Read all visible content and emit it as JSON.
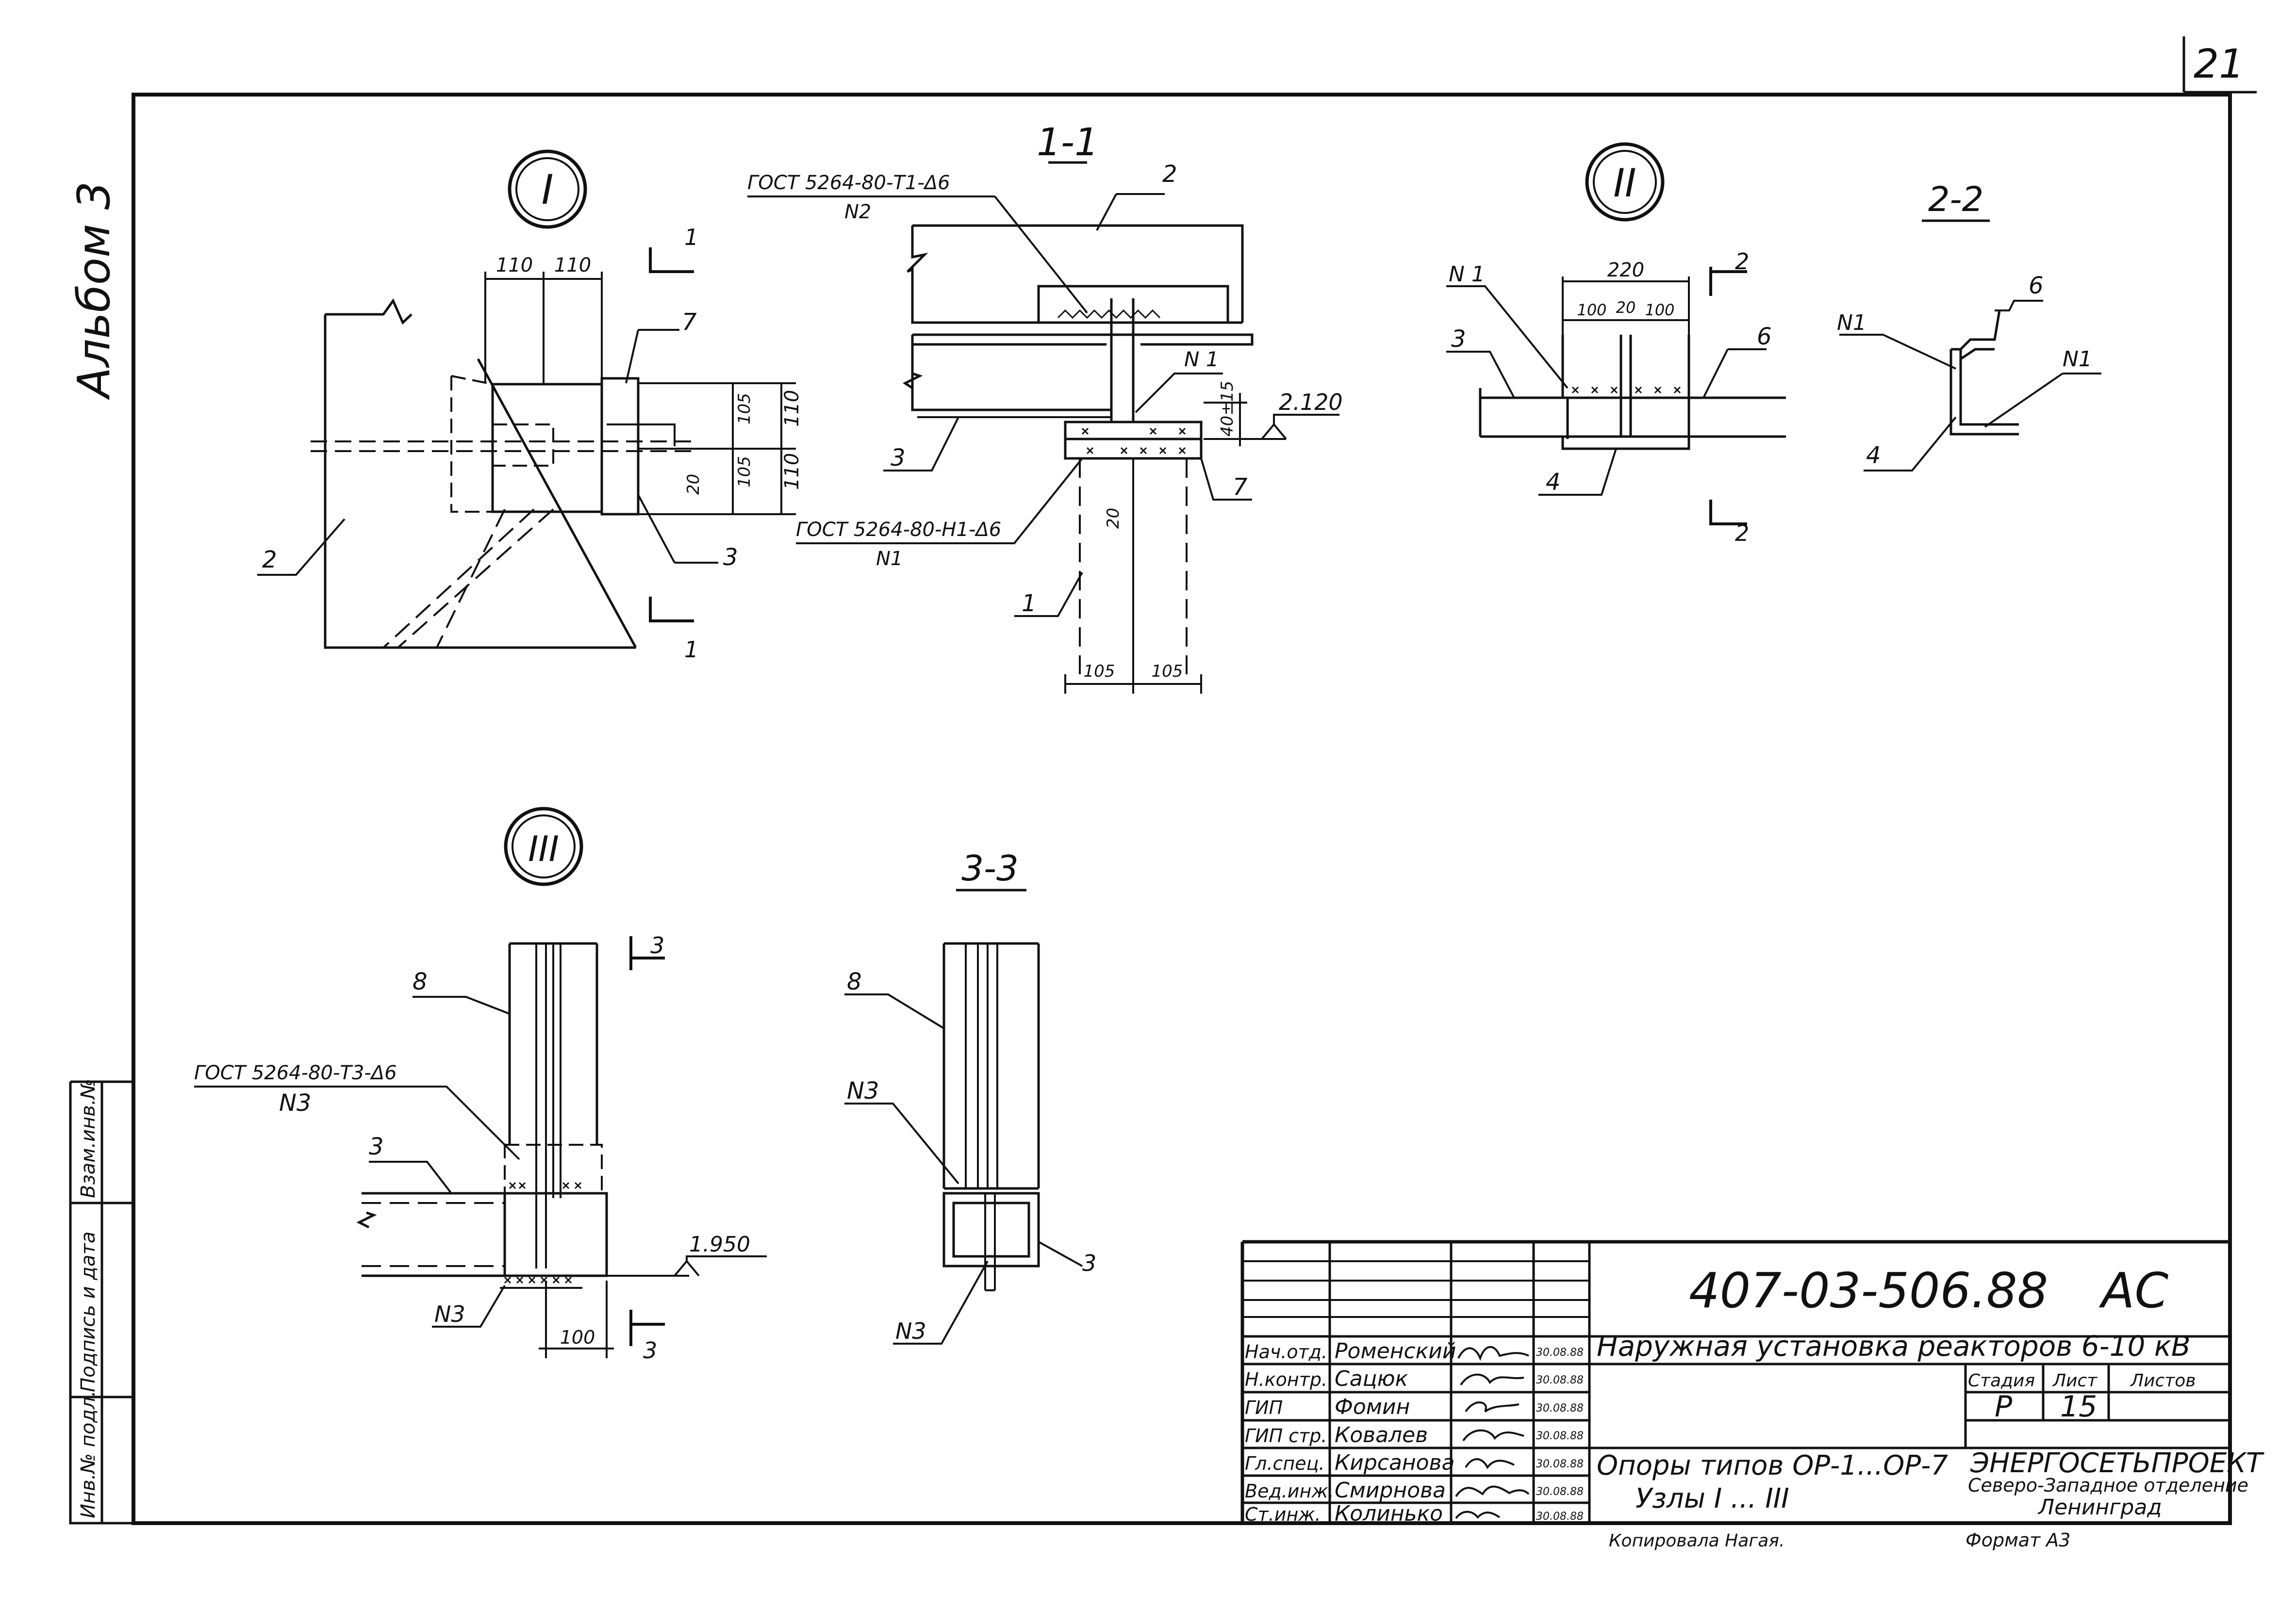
{
  "sheet_number": "21",
  "album_label": "Альбом 3",
  "left_stamp": [
    "Инв.№ подл.",
    "Подпись и дата",
    "Взам.инв.№"
  ],
  "views": {
    "node1": {
      "marker": "I",
      "dims": [
        "110",
        "110",
        "105",
        "105",
        "110",
        "110",
        "20"
      ],
      "labels": [
        "2",
        "3",
        "7"
      ],
      "section_marks": [
        "1",
        "1"
      ]
    },
    "section11": {
      "title": "1-1",
      "gost_top": "ГОСТ 5264-80-Т1-Δ6",
      "gost_top_n": "N2",
      "gost_bottom": "ГОСТ 5264-80-Н1-Δ6",
      "gost_bottom_n": "N1",
      "labels": [
        "2",
        "3",
        "7",
        "1"
      ],
      "weld": "N 1",
      "dim_40": "40±15",
      "level": "2.120",
      "dims": [
        "20",
        "105",
        "105"
      ]
    },
    "node2": {
      "marker": "II",
      "dims": [
        "220",
        "100",
        "20",
        "100"
      ],
      "labels": [
        "N 1",
        "3",
        "6",
        "4"
      ],
      "section_marks": [
        "2",
        "2"
      ]
    },
    "section22": {
      "title": "2-2",
      "labels": [
        "6",
        "N1",
        "N1",
        "4"
      ]
    },
    "node3": {
      "marker": "III",
      "gost": "ГОСТ 5264-80-Т3-Δ6",
      "gost_n": "N3",
      "labels": [
        "8",
        "3",
        "N3"
      ],
      "level": "1.950",
      "dim": "100",
      "section_marks": [
        "3",
        "3"
      ]
    },
    "section33": {
      "title": "3-3",
      "labels": [
        "8",
        "N3",
        "N3",
        "3"
      ]
    }
  },
  "title_block": {
    "doc_code": "407-03-506.88",
    "doc_suffix": "АС",
    "project_title": "Наружная установка реакторов  6-10 кВ",
    "stage_header": "Стадия",
    "sheet_header": "Лист",
    "sheets_header": "Листов",
    "stage": "Р",
    "sheet": "15",
    "sheets": "",
    "drawing_title_1": "Опоры типов ОР-1...ОР-7",
    "drawing_title_2": "Узлы  I ... III",
    "org_1": "ЭНЕРГОСЕТЬПРОЕКТ",
    "org_2": "Северо-Западное отделение",
    "org_3": "Ленинград",
    "signers": [
      {
        "role": "Нач.отд.",
        "name": "Роменский",
        "date": "30.08.88"
      },
      {
        "role": "Н.контр.",
        "name": "Сацюк",
        "date": "30.08.88"
      },
      {
        "role": "ГИП",
        "name": "Фомин",
        "date": "30.08.88"
      },
      {
        "role": "ГИП стр.",
        "name": "Ковалев",
        "date": "30.08.88"
      },
      {
        "role": "Гл.спец.",
        "name": "Кирсанова",
        "date": "30.08.88"
      },
      {
        "role": "Вед.инж.",
        "name": "Смирнова",
        "date": "30.08.88"
      },
      {
        "role": "Ст.инж.",
        "name": "Колинько",
        "date": "30.08.88"
      }
    ],
    "copied": "Копировала  Нагая.",
    "format": "Формат А3"
  }
}
